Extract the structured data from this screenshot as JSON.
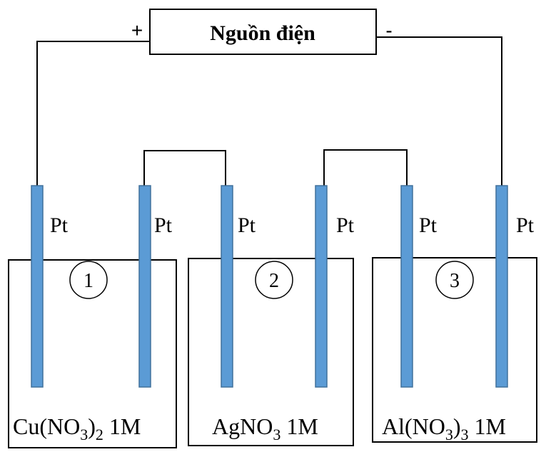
{
  "power_source": {
    "label": "Nguồn điện",
    "positive_sign": "+",
    "negative_sign": "-"
  },
  "electrode_label": "Pt",
  "cells": [
    {
      "number": "1",
      "solution": {
        "main": "Cu(NO",
        "sub1": "3",
        "mid": ")",
        "sub2": "2",
        "tail": " 1M"
      }
    },
    {
      "number": "2",
      "solution": {
        "main": "AgNO",
        "sub1": "3",
        "mid": "",
        "sub2": "",
        "tail": " 1M"
      }
    },
    {
      "number": "3",
      "solution": {
        "main": "Al(NO",
        "sub1": "3",
        "mid": ")",
        "sub2": "3",
        "tail": " 1M"
      }
    }
  ],
  "colors": {
    "electrode_fill": "#5b9bd5",
    "electrode_border": "#41719c"
  }
}
